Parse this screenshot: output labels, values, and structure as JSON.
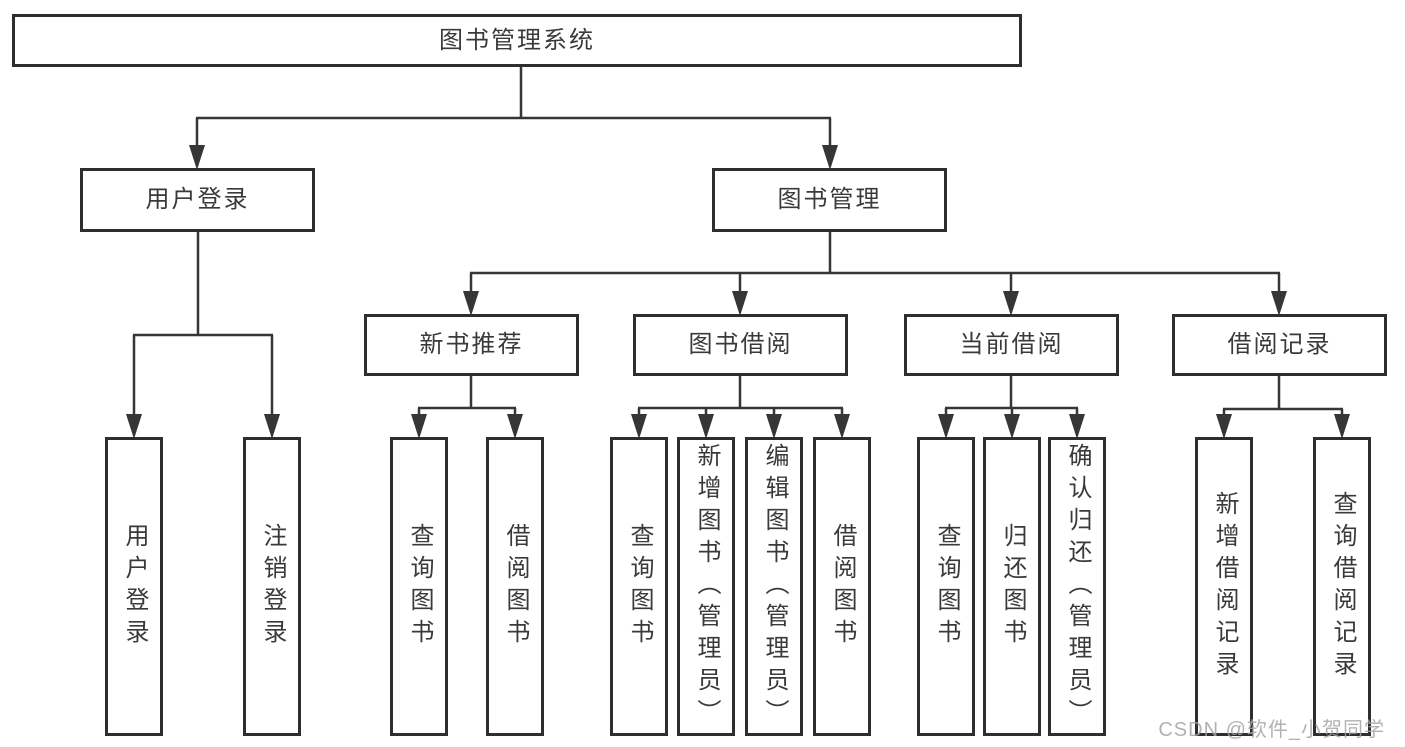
{
  "root": {
    "label": "图书管理系统"
  },
  "level1": {
    "user_login": {
      "label": "用户登录"
    },
    "book_management": {
      "label": "图书管理"
    }
  },
  "level2": {
    "new_book_recommendation": {
      "label": "新书推荐"
    },
    "book_borrowing": {
      "label": "图书借阅"
    },
    "current_borrowing": {
      "label": "当前借阅"
    },
    "borrowing_records": {
      "label": "借阅记录"
    }
  },
  "leaves": {
    "user_login": [
      "用户登录",
      "注销登录"
    ],
    "new_book_recommendation": [
      "查询图书",
      "借阅图书"
    ],
    "book_borrowing": [
      "查询图书",
      "新增图书（管理员）",
      "编辑图书（管理员）",
      "借阅图书"
    ],
    "current_borrowing": [
      "查询图书",
      "归还图书",
      "确认归还（管理员）"
    ],
    "borrowing_records": [
      "新增借阅记录",
      "查询借阅记录"
    ]
  },
  "watermark": {
    "text": "CSDN @软件_小贺同学"
  },
  "colors": {
    "line": "#363636",
    "box_border": "#2e2e2e",
    "text": "#3a3a3a",
    "watermark": "#a4a4a4",
    "background": "#ffffff"
  }
}
